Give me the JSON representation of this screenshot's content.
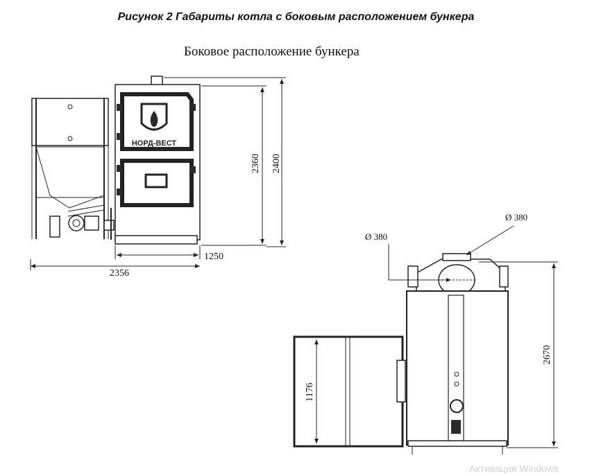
{
  "caption": "Рисунок 2 Габариты котла с боковым расположением бункера",
  "subtitle": "Боковое расположение бункера",
  "brand_label": "НОРД-ВЕСТ",
  "dimensions": {
    "height_inner": "2360",
    "height_outer": "2400",
    "boiler_width": "1250",
    "total_width": "2356",
    "diameter_top": "Ø 380",
    "diameter_front": "Ø 380",
    "hopper_height": "1176",
    "boiler_height": "2670"
  },
  "watermark": "Активация Windows"
}
